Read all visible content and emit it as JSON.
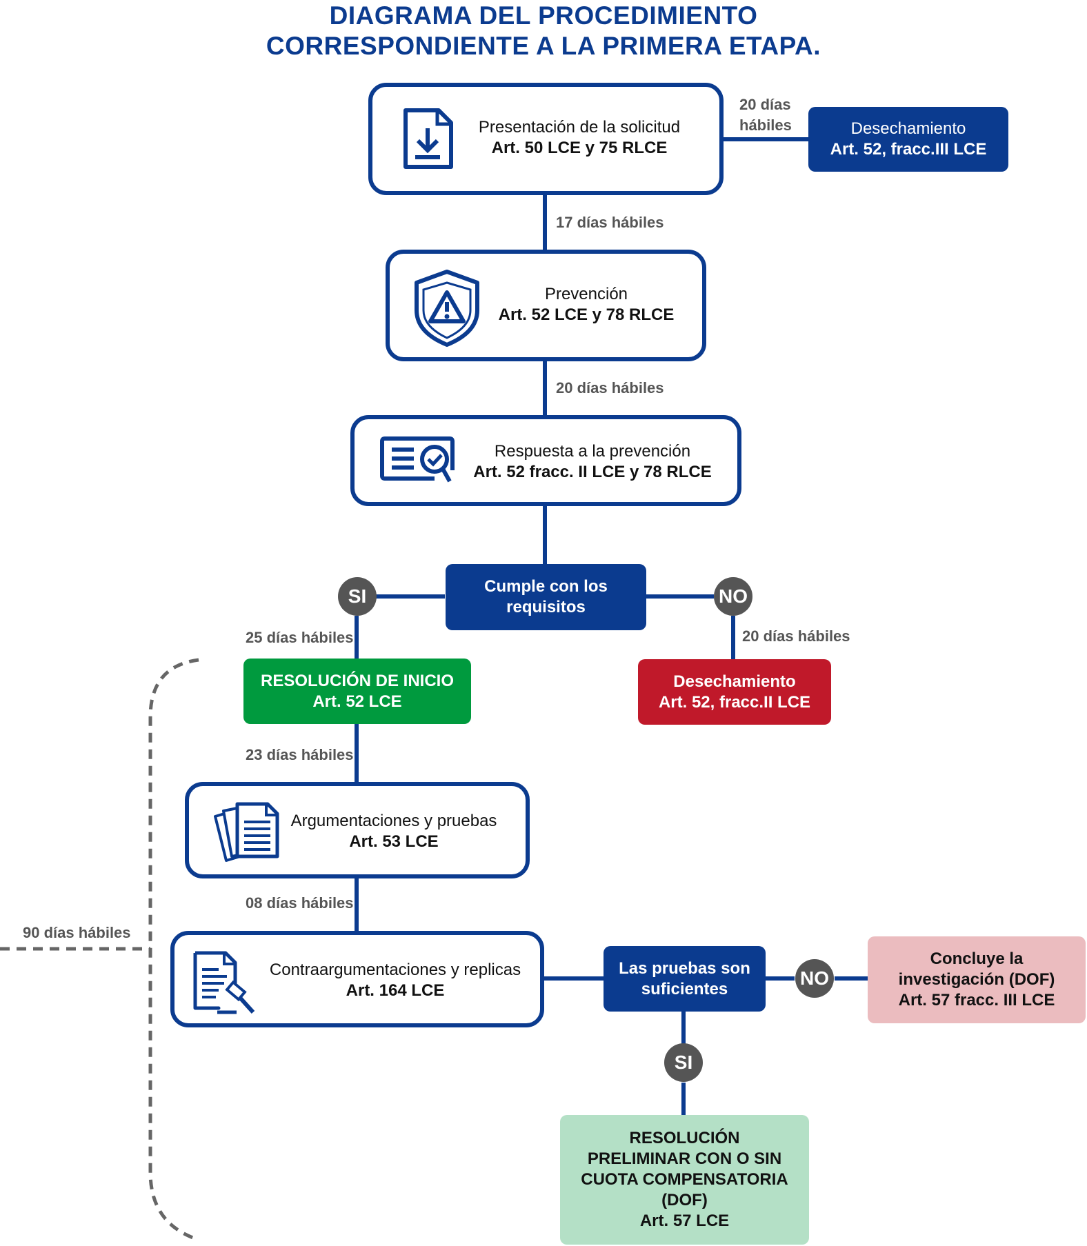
{
  "title": {
    "line1": "DIAGRAMA DEL PROCEDIMIENTO",
    "line2": "CORRESPONDIENTE A LA PRIMERA ETAPA."
  },
  "nodes": {
    "presentacion": {
      "line1": "Presentación de la solicitud",
      "line2": "Art. 50 LCE y 75 RLCE",
      "icon": "download-document-icon"
    },
    "prevencion": {
      "line1": "Prevención",
      "line2": "Art. 52 LCE y 78 RLCE",
      "icon": "shield-warning-icon"
    },
    "respuesta": {
      "line1": "Respuesta a la prevención",
      "line2": "Art. 52 fracc. II LCE y 78 RLCE",
      "icon": "certificate-check-icon"
    },
    "desechamiento_top": {
      "line1": "Desechamiento",
      "line2": "Art. 52, fracc.III LCE",
      "color": "#0b3b8f"
    },
    "cumple": {
      "line1": "Cumple con los",
      "line2": "requisitos",
      "color": "#0b3b8f"
    },
    "resolucion_inicio": {
      "line1": "RESOLUCIÓN DE INICIO",
      "line2": "Art. 52 LCE",
      "color": "#009a3e"
    },
    "desechamiento_red": {
      "line1": "Desechamiento",
      "line2": "Art. 52, fracc.II LCE",
      "color": "#c0192a"
    },
    "argumentaciones": {
      "line1": "Argumentaciones y pruebas",
      "line2": "Art. 53 LCE",
      "icon": "documents-stack-icon"
    },
    "contraargumentaciones": {
      "line1": "Contraargumentaciones y replicas",
      "line2": "Art. 164 LCE",
      "icon": "document-gavel-icon"
    },
    "pruebas": {
      "line1": "Las pruebas son",
      "line2": "suficientes",
      "color": "#0b3b8f"
    },
    "concluye": {
      "line1": "Concluye la",
      "line2": "investigación (DOF)",
      "line3": "Art. 57 fracc. III LCE",
      "color": "#ebbcbf"
    },
    "resolucion_preliminar": {
      "line1": "RESOLUCIÓN",
      "line2": "PRELIMINAR CON O SIN",
      "line3": "CUOTA COMPENSATORIA",
      "line4": "(DOF)",
      "line5": "Art. 57 LCE",
      "color": "#b4e0c6"
    }
  },
  "labels": {
    "top_right_1": "20 días",
    "top_right_2": "hábiles",
    "d17": "17 días hábiles",
    "d20a": "20 días hábiles",
    "d25": "25 días hábiles",
    "d20b": "20 días hábiles",
    "d23": "23 días hábiles",
    "d08": "08 días hábiles",
    "d90": "90 días hábiles"
  },
  "decisions": {
    "si1": "SI",
    "no1": "NO",
    "no2": "NO",
    "si2": "SI"
  },
  "colors": {
    "primary": "#0b3b8f",
    "gray": "#555555"
  }
}
